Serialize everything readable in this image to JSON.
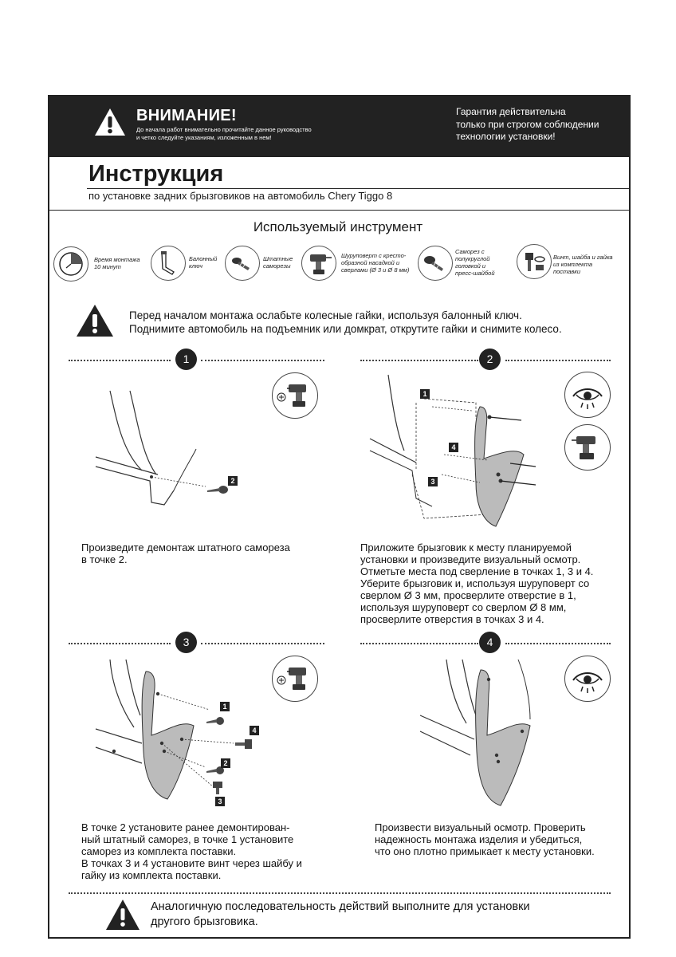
{
  "header": {
    "warning_title": "ВНИМАНИЕ!",
    "warning_sub_1": "До начала работ внимательно прочитайте данное руководство",
    "warning_sub_2": "и четко следуйте указаниям, изложенным в нем!",
    "guarantee_1": "Гарантия действительна",
    "guarantee_2": "только при строгом соблюдении",
    "guarantee_3": "технологии установки!"
  },
  "doc": {
    "title": "Инструкция",
    "subtitle": "по установке задних брызговиков на автомобиль Chery Tiggo 8"
  },
  "tools": {
    "heading": "Используемый инструмент",
    "items": [
      {
        "icon": "clock-icon",
        "label_1": "Время монтажа",
        "label_2": "10 минут",
        "label_3": ""
      },
      {
        "icon": "wrench-icon",
        "label_1": "Балонный",
        "label_2": "ключ",
        "label_3": ""
      },
      {
        "icon": "screw-icon",
        "label_1": "Штатные",
        "label_2": "саморезы",
        "label_3": ""
      },
      {
        "icon": "drill-icon",
        "label_1": "Шуруповерт с кресто-",
        "label_2": "образной насадкой и",
        "label_3": "сверлами (Ø 3 и Ø 8 мм)"
      },
      {
        "icon": "self-tapping-screw-icon",
        "label_1": "Саморез с",
        "label_2": "полукруглой",
        "label_3": "головкой и",
        "label_4": "пресс-шайбой"
      },
      {
        "icon": "bolt-washer-nut-icon",
        "label_1": "Винт, шайба и гайка",
        "label_2": "из комплекта",
        "label_3": "поставки"
      }
    ]
  },
  "pre_warning": {
    "line_1": "Перед началом монтажа ослабьте колесные гайки, используя балонный ключ.",
    "line_2": "Поднимите автомобиль на подъемник или домкрат, открутите гайки и снимите колесо."
  },
  "steps": [
    {
      "num": "1",
      "lines": [
        "Произведите демонтаж штатного самореза",
        "в точке 2."
      ],
      "markers": [
        "2"
      ]
    },
    {
      "num": "2",
      "lines": [
        "Приложите брызговик к месту планируемой",
        "установки и произведите визуальный осмотр.",
        "Отметьте места под сверление в точках 1, 3 и 4.",
        "Уберите брызговик и, используя шуруповерт со",
        "сверлом Ø 3 мм, просверлите отверстие в 1,",
        "используя шуруповерт со сверлом Ø 8 мм,",
        "просверлите отверстия в точках 3 и 4."
      ],
      "markers": [
        "1",
        "4",
        "3"
      ]
    },
    {
      "num": "3",
      "lines": [
        "В точке 2 установите ранее демонтирован-",
        "ный штатный саморез, в точке 1 установите",
        "саморез из комплекта поставки.",
        "В точках 3 и 4 установите винт через шайбу и",
        "гайку из комплекта поставки."
      ],
      "markers": [
        "1",
        "4",
        "2",
        "3"
      ]
    },
    {
      "num": "4",
      "lines": [
        "Произвести визуальный осмотр. Проверить",
        "надежность монтажа изделия и убедиться,",
        "что оно плотно примыкает к месту установки."
      ],
      "markers": []
    }
  ],
  "final_warning": {
    "line_1": "Аналогичную последовательность действий выполните для установки",
    "line_2": "другого брызговика."
  }
}
